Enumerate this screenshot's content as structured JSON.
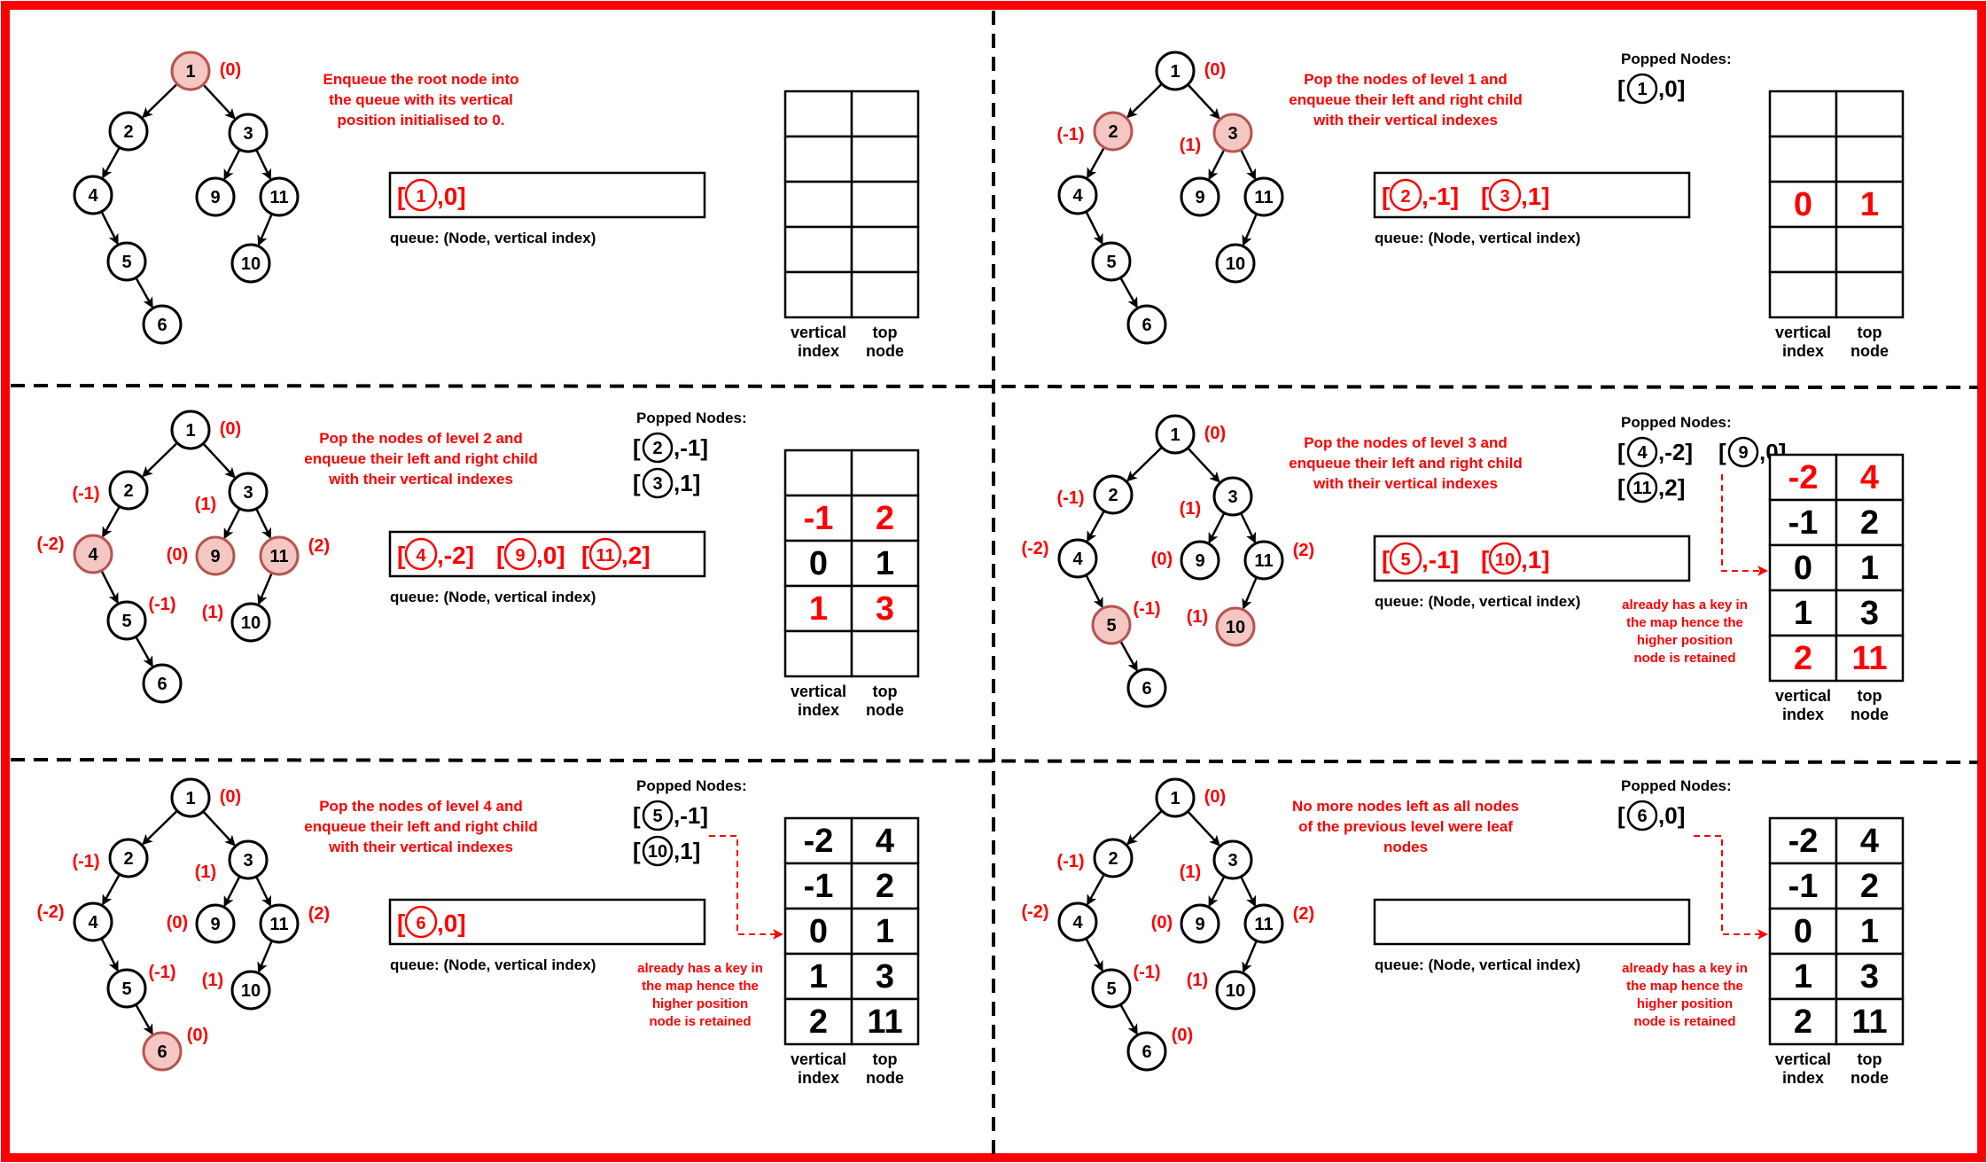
{
  "labels": {
    "queue": "queue: (Node, vertical index)",
    "popped": "Popped Nodes:",
    "table_col1": [
      "vertical",
      "index"
    ],
    "table_col2": [
      "top",
      "node"
    ],
    "note": [
      "already has a key in",
      "the map hence the",
      "higher position",
      "node is retained"
    ]
  },
  "colors": {
    "accent": "#ff0000",
    "highlight_fill": "#f4c7c3",
    "highlight_stroke": "#b85450",
    "ink": "#000000"
  },
  "panels": [
    {
      "id": "p1",
      "description": [
        "Enqueue the root node into",
        "the queue with its vertical",
        "position initialised to 0."
      ],
      "highlighted": [
        "1"
      ],
      "vlabels": {
        "1": "(0)"
      },
      "queue_red": true,
      "queue": [
        [
          "1",
          "0"
        ]
      ],
      "popped": [],
      "popped_note": false,
      "table": [
        [
          "",
          ""
        ],
        [
          "",
          ""
        ],
        [
          "",
          ""
        ],
        [
          "",
          ""
        ],
        [
          "",
          ""
        ]
      ],
      "table_red_rows": []
    },
    {
      "id": "p2",
      "description": [
        "Pop the nodes of level 1 and",
        "enqueue their left and right child",
        "with their vertical indexes"
      ],
      "highlighted": [
        "2",
        "3"
      ],
      "vlabels": {
        "1": "(0)",
        "2": "(-1)",
        "3": "(1)"
      },
      "queue_red": true,
      "queue": [
        [
          "2",
          "-1"
        ],
        [
          "3",
          "1"
        ]
      ],
      "popped": [
        [
          [
            "1",
            "0"
          ]
        ]
      ],
      "popped_note": false,
      "table": [
        [
          "",
          ""
        ],
        [
          "",
          ""
        ],
        [
          "0",
          "1"
        ],
        [
          "",
          ""
        ],
        [
          "",
          ""
        ]
      ],
      "table_red_rows": [
        2
      ]
    },
    {
      "id": "p3",
      "description": [
        "Pop the nodes of level 2 and",
        "enqueue their left and right child",
        "with their vertical indexes"
      ],
      "highlighted": [
        "4",
        "9",
        "11"
      ],
      "vlabels": {
        "1": "(0)",
        "2": "(-1)",
        "3": "(1)",
        "4": "(-2)",
        "9": "(0)",
        "11": "(2)",
        "5": "(-1)",
        "10": "(1)"
      },
      "queue_red": true,
      "queue": [
        [
          "4",
          "-2"
        ],
        [
          "9",
          "0"
        ],
        [
          "11",
          "2"
        ]
      ],
      "popped": [
        [
          [
            "2",
            "-1"
          ]
        ],
        [
          [
            "3",
            "1"
          ]
        ]
      ],
      "popped_note": false,
      "table": [
        [
          "",
          ""
        ],
        [
          "-1",
          "2"
        ],
        [
          "0",
          "1"
        ],
        [
          "1",
          "3"
        ],
        [
          "",
          ""
        ]
      ],
      "table_red_rows": [
        1,
        3
      ]
    },
    {
      "id": "p4",
      "description": [
        "Pop the nodes of level 3 and",
        "enqueue their left and right child",
        "with their vertical indexes"
      ],
      "highlighted": [
        "5",
        "10"
      ],
      "vlabels": {
        "1": "(0)",
        "2": "(-1)",
        "3": "(1)",
        "4": "(-2)",
        "9": "(0)",
        "11": "(2)",
        "5": "(-1)",
        "10": "(1)"
      },
      "queue_red": true,
      "queue": [
        [
          "5",
          "-1"
        ],
        [
          "10",
          "1"
        ]
      ],
      "popped": [
        [
          [
            "4",
            "-2"
          ],
          [
            "9",
            "0"
          ]
        ],
        [
          [
            "11",
            "2"
          ]
        ]
      ],
      "popped_note": true,
      "table": [
        [
          "-2",
          "4"
        ],
        [
          "-1",
          "2"
        ],
        [
          "0",
          "1"
        ],
        [
          "1",
          "3"
        ],
        [
          "2",
          "11"
        ]
      ],
      "table_red_rows": [
        0,
        4
      ]
    },
    {
      "id": "p5",
      "description": [
        "Pop the nodes of level 4 and",
        "enqueue their left and right child",
        "with their vertical indexes"
      ],
      "highlighted": [
        "6"
      ],
      "vlabels": {
        "1": "(0)",
        "2": "(-1)",
        "3": "(1)",
        "4": "(-2)",
        "9": "(0)",
        "11": "(2)",
        "5": "(-1)",
        "10": "(1)",
        "6": "(0)"
      },
      "queue_red": true,
      "queue": [
        [
          "6",
          "0"
        ]
      ],
      "popped": [
        [
          [
            "5",
            "-1"
          ]
        ],
        [
          [
            "10",
            "1"
          ]
        ]
      ],
      "popped_note": true,
      "table": [
        [
          "-2",
          "4"
        ],
        [
          "-1",
          "2"
        ],
        [
          "0",
          "1"
        ],
        [
          "1",
          "3"
        ],
        [
          "2",
          "11"
        ]
      ],
      "table_red_rows": []
    },
    {
      "id": "p6",
      "description": [
        "No more nodes left as all nodes",
        "of the previous level were leaf",
        "nodes"
      ],
      "highlighted": [],
      "vlabels": {
        "1": "(0)",
        "2": "(-1)",
        "3": "(1)",
        "4": "(-2)",
        "9": "(0)",
        "11": "(2)",
        "5": "(-1)",
        "10": "(1)",
        "6": "(0)"
      },
      "queue_red": false,
      "queue": [],
      "popped": [
        [
          [
            "6",
            "0"
          ]
        ]
      ],
      "popped_note": true,
      "table": [
        [
          "-2",
          "4"
        ],
        [
          "-1",
          "2"
        ],
        [
          "0",
          "1"
        ],
        [
          "1",
          "3"
        ],
        [
          "2",
          "11"
        ]
      ],
      "table_red_rows": []
    }
  ]
}
